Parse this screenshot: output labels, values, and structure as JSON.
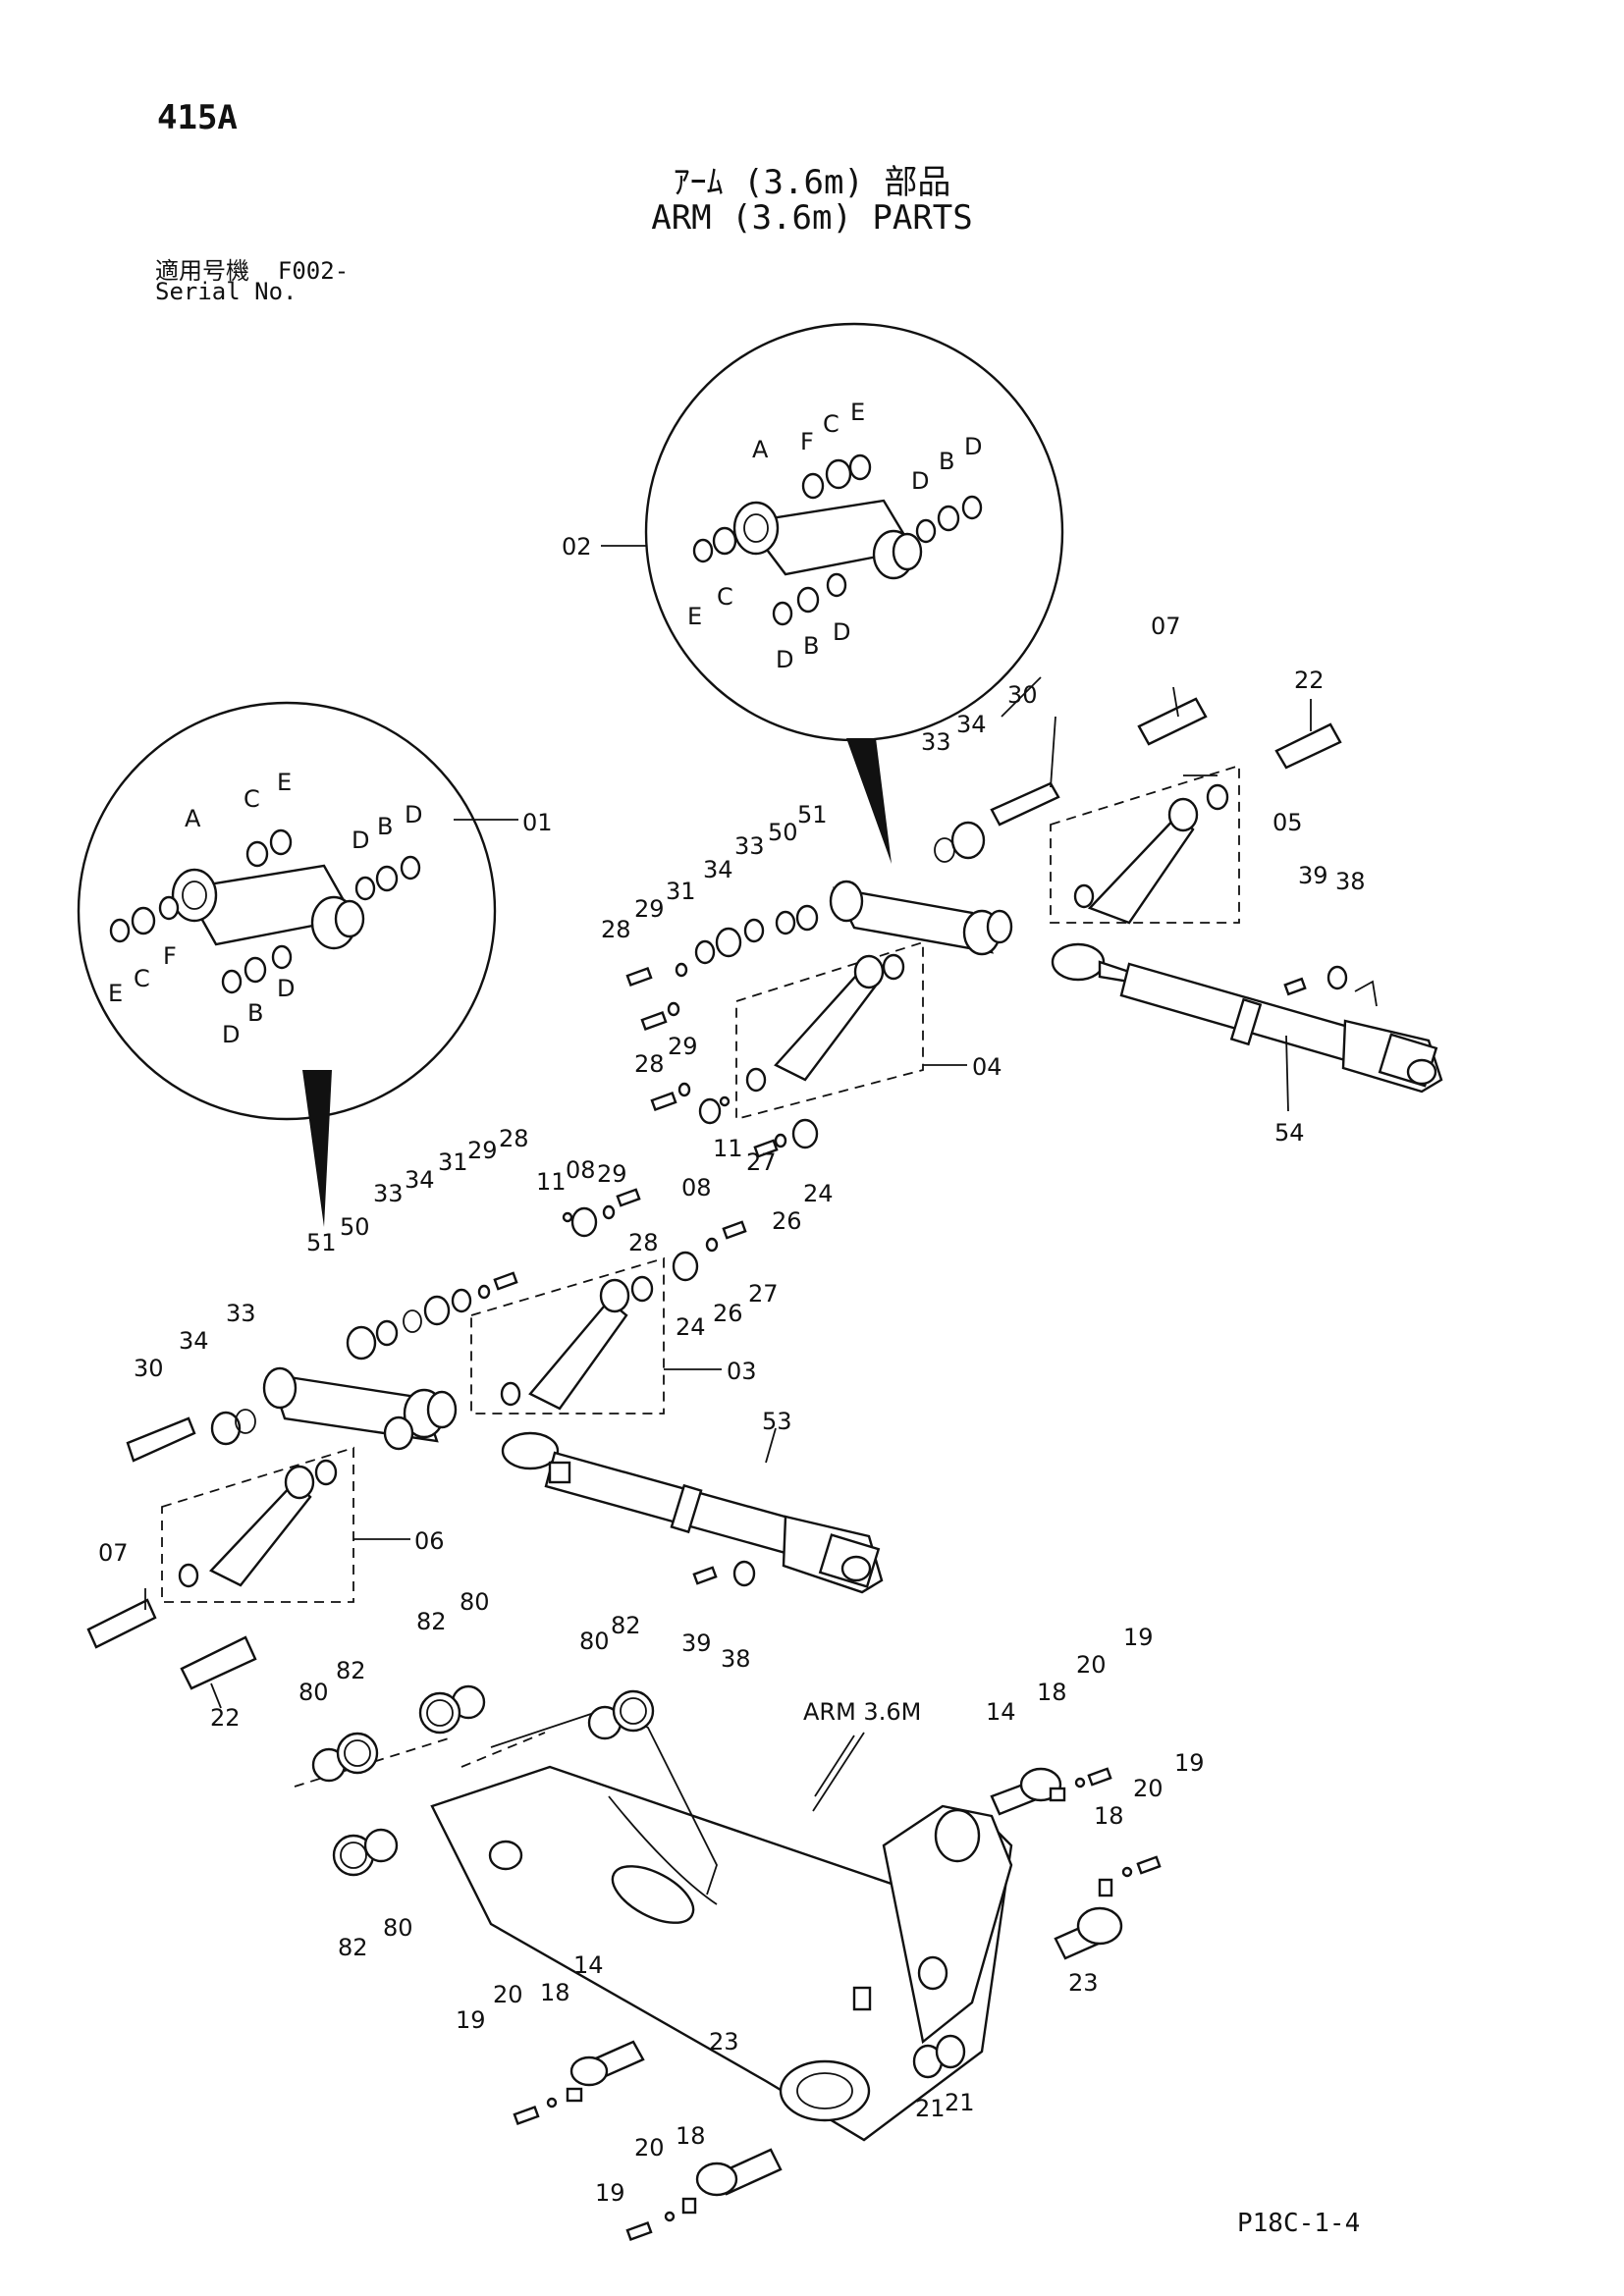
{
  "header": {
    "page_code": "415A",
    "title_jp": "ｱｰﾑ (3.6m) 部品",
    "title_en": "ARM (3.6m) PARTS",
    "serial_label_jp": "適用号機",
    "serial_value": "F002-",
    "serial_label_en": "Serial No."
  },
  "footer": {
    "page_ref": "P18C-1-4"
  },
  "diagram": {
    "arm_label": "ARM 3.6M",
    "callouts": [
      {
        "id": "c-01",
        "text": "01"
      },
      {
        "id": "c-02",
        "text": "02"
      },
      {
        "id": "c-03",
        "text": "03"
      },
      {
        "id": "c-04",
        "text": "04"
      },
      {
        "id": "c-05",
        "text": "05"
      },
      {
        "id": "c-06",
        "text": "06"
      },
      {
        "id": "c-07a",
        "text": "07"
      },
      {
        "id": "c-07b",
        "text": "07"
      },
      {
        "id": "c-08a",
        "text": "08"
      },
      {
        "id": "c-08b",
        "text": "08"
      },
      {
        "id": "c-11a",
        "text": "11"
      },
      {
        "id": "c-11b",
        "text": "11"
      },
      {
        "id": "c-14a",
        "text": "14"
      },
      {
        "id": "c-14b",
        "text": "14"
      },
      {
        "id": "c-18a",
        "text": "18"
      },
      {
        "id": "c-18b",
        "text": "18"
      },
      {
        "id": "c-18c",
        "text": "18"
      },
      {
        "id": "c-18d",
        "text": "18"
      },
      {
        "id": "c-19a",
        "text": "19"
      },
      {
        "id": "c-19b",
        "text": "19"
      },
      {
        "id": "c-19c",
        "text": "19"
      },
      {
        "id": "c-19d",
        "text": "19"
      },
      {
        "id": "c-20a",
        "text": "20"
      },
      {
        "id": "c-20b",
        "text": "20"
      },
      {
        "id": "c-20c",
        "text": "20"
      },
      {
        "id": "c-20d",
        "text": "20"
      },
      {
        "id": "c-21a",
        "text": "21"
      },
      {
        "id": "c-21b",
        "text": "21"
      },
      {
        "id": "c-22a",
        "text": "22"
      },
      {
        "id": "c-22b",
        "text": "22"
      },
      {
        "id": "c-23a",
        "text": "23"
      },
      {
        "id": "c-23b",
        "text": "23"
      },
      {
        "id": "c-24a",
        "text": "24"
      },
      {
        "id": "c-24b",
        "text": "24"
      },
      {
        "id": "c-26a",
        "text": "26"
      },
      {
        "id": "c-26b",
        "text": "26"
      },
      {
        "id": "c-27a",
        "text": "27"
      },
      {
        "id": "c-27b",
        "text": "27"
      },
      {
        "id": "c-28a",
        "text": "28"
      },
      {
        "id": "c-28b",
        "text": "28"
      },
      {
        "id": "c-28c",
        "text": "28"
      },
      {
        "id": "c-28d",
        "text": "28"
      },
      {
        "id": "c-29a",
        "text": "29"
      },
      {
        "id": "c-29b",
        "text": "29"
      },
      {
        "id": "c-29c",
        "text": "29"
      },
      {
        "id": "c-29d",
        "text": "29"
      },
      {
        "id": "c-30a",
        "text": "30"
      },
      {
        "id": "c-30b",
        "text": "30"
      },
      {
        "id": "c-31a",
        "text": "31"
      },
      {
        "id": "c-31b",
        "text": "31"
      },
      {
        "id": "c-33a",
        "text": "33"
      },
      {
        "id": "c-33b",
        "text": "33"
      },
      {
        "id": "c-33c",
        "text": "33"
      },
      {
        "id": "c-33d",
        "text": "33"
      },
      {
        "id": "c-34a",
        "text": "34"
      },
      {
        "id": "c-34b",
        "text": "34"
      },
      {
        "id": "c-34c",
        "text": "34"
      },
      {
        "id": "c-34d",
        "text": "34"
      },
      {
        "id": "c-38a",
        "text": "38"
      },
      {
        "id": "c-38b",
        "text": "38"
      },
      {
        "id": "c-39a",
        "text": "39"
      },
      {
        "id": "c-39b",
        "text": "39"
      },
      {
        "id": "c-50a",
        "text": "50"
      },
      {
        "id": "c-50b",
        "text": "50"
      },
      {
        "id": "c-51a",
        "text": "51"
      },
      {
        "id": "c-51b",
        "text": "51"
      },
      {
        "id": "c-53",
        "text": "53"
      },
      {
        "id": "c-54",
        "text": "54"
      },
      {
        "id": "c-80a",
        "text": "80"
      },
      {
        "id": "c-80b",
        "text": "80"
      },
      {
        "id": "c-80c",
        "text": "80"
      },
      {
        "id": "c-80d",
        "text": "80"
      },
      {
        "id": "c-82a",
        "text": "82"
      },
      {
        "id": "c-82b",
        "text": "82"
      },
      {
        "id": "c-82c",
        "text": "82"
      },
      {
        "id": "c-82d",
        "text": "82"
      }
    ],
    "detail_letters": {
      "A": "A",
      "B": "B",
      "C": "C",
      "D": "D",
      "E": "E",
      "F": "F"
    }
  }
}
